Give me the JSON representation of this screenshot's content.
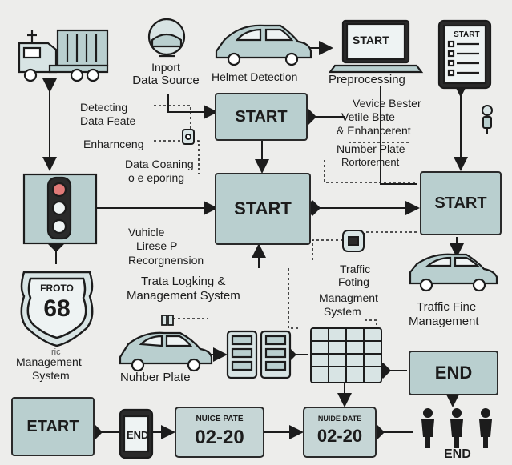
{
  "nodes": {
    "start_top": "START",
    "start_mid": "START",
    "start_right": "START",
    "end_right": "END",
    "etart_bottom": "ETART",
    "end_small": "END",
    "laptop_screen": "START",
    "tablet_screen": "START",
    "end_people": "END"
  },
  "labels": {
    "input_data_source_1": "Inport",
    "input_data_source_2": "Data Source",
    "helmet_detection": "Helmet Detection",
    "preprocessing": "Preprocessing",
    "detecting_1": "Detecting",
    "detecting_2": "Data Feate",
    "enhancing": "Enharnceng",
    "data_cleaning_1": "Data Coaning",
    "data_cleaning_2": "o e eporing",
    "vehicle_1": "Vevice Bester",
    "vehicle_2": "Vetile Bate",
    "vehicle_3": "& Enhancerent",
    "number_plate_1": "Number Plate",
    "number_plate_2": "Rortorement",
    "license_1": "Vuhicle",
    "license_2": "Lirese P",
    "license_3": "Recorgnension",
    "trata_1": "Trata Logking &",
    "trata_2": "Management System",
    "traffic_policing_1": "Traffic",
    "traffic_policing_2": "Foting",
    "traffic_policing_3": "Managment",
    "traffic_policing_4": "System",
    "traffic_fine_1": "Traffic Fine",
    "traffic_fine_2": "Management",
    "management_prefix": "ric",
    "management_1": "Management",
    "management_2": "System",
    "number_plate_bottom": "Nuhber Plate"
  },
  "sign": {
    "top": "FROTO",
    "number": "68"
  },
  "plates": {
    "plate1_top": "NUICE PATE",
    "plate1_num": "02-20",
    "plate2_top": "NUIDE DATE",
    "plate2_num": "02-20"
  },
  "colors": {
    "box_fill": "#b9cfcf",
    "stroke": "#2a2a2a",
    "background": "#ededeb",
    "light_red": "#e07a78"
  },
  "icons": [
    "truck-icon",
    "helmet-icon",
    "car-icon",
    "laptop-icon",
    "tablet-icon",
    "traffic-light-icon",
    "route-sign-icon",
    "camera-icon",
    "people-icon",
    "phone-icon",
    "grid-icon"
  ]
}
